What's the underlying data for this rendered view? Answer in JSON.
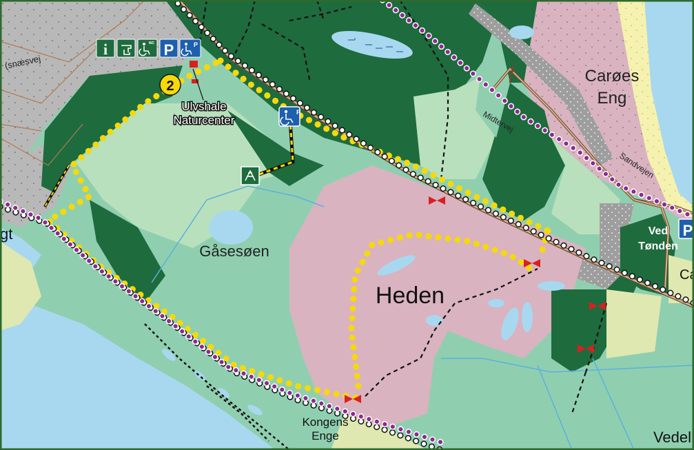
{
  "map": {
    "labels": {
      "caroes": "Carøes",
      "eng": "Eng",
      "ulvshale": "Ulvshale",
      "naturcenter": "Naturcenter",
      "midtervej": "Midtervej",
      "sandvejen": "Sandvejen",
      "ved": "Ved",
      "tonden": "Tønden",
      "gasesoen": "Gåsesøen",
      "heden": "Heden",
      "kongens": "Kongens",
      "enge": "Enge",
      "vedel": "Vedel",
      "snaesvej": "(snæsvej",
      "left_gt": "gt",
      "right_ca": "Ca"
    },
    "route_marker": "2",
    "icons": {
      "info": "i",
      "parking": "P",
      "wc": "WC"
    },
    "colors": {
      "forest": "#1e6b3e",
      "meadow": "#8fcfb0",
      "light_meadow": "#b9e0bc",
      "heath": "#d9b3c0",
      "urban": "#b8b8b8",
      "sea": "#a8d8f0",
      "beach": "#f5f2b0",
      "pale_field": "#dfe8b0",
      "yellow_trail": "#f5d90a",
      "purple_trail": "#8b2a8f",
      "road": "#c8a07a",
      "border": "#2d6a2d"
    }
  }
}
